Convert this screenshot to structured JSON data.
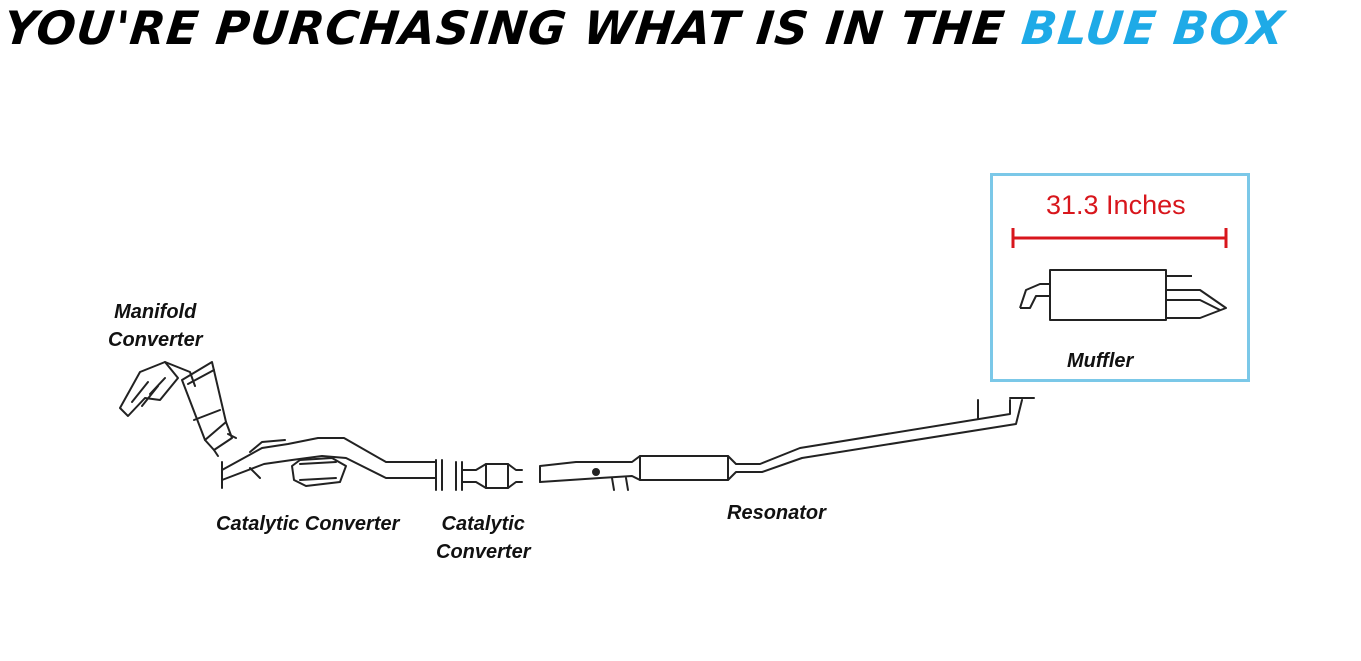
{
  "banner": {
    "text_main": "YOU'RE PURCHASING WHAT IS IN THE ",
    "text_highlight": "BLUE BOX",
    "highlight_color": "#1eaae7"
  },
  "labels": {
    "manifold_line1": "Manifold",
    "manifold_line2": "Converter",
    "catalytic_1": "Catalytic Converter",
    "catalytic_2_line1": "Catalytic",
    "catalytic_2_line2": "Converter",
    "resonator": "Resonator",
    "muffler": "Muffler"
  },
  "measurement": {
    "text": "31.3 Inches",
    "color": "#d8161c"
  },
  "box_color": "#7bc8e8"
}
